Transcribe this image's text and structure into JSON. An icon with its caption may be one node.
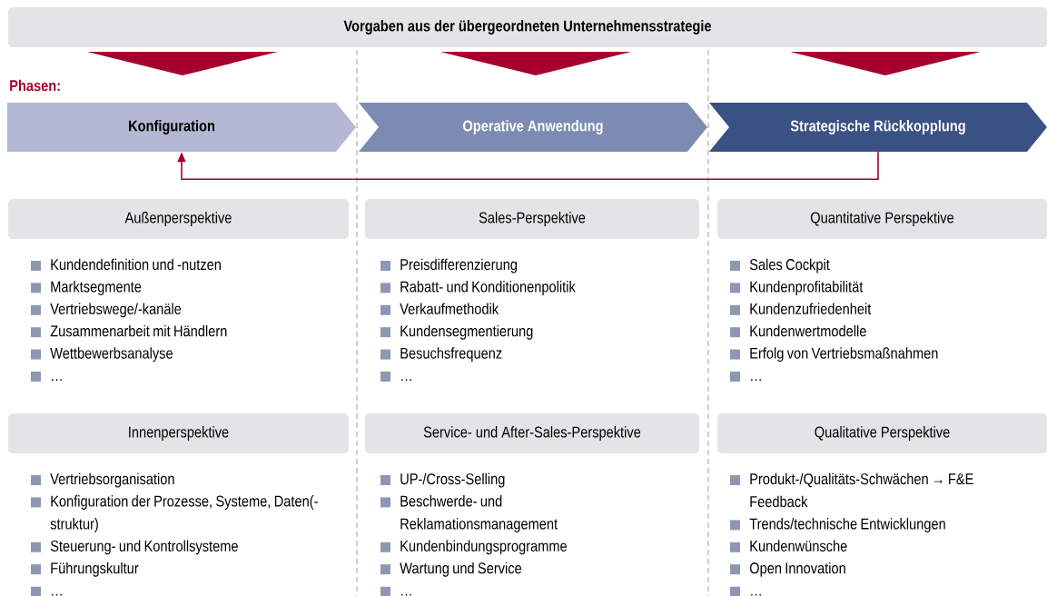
{
  "diagram": {
    "nodes": [
      {
        "text": [
          "Vorgaben aus der übergeordneten Unternehmensstrategie"
        ]
      },
      {
        "text": [],
        "shape": "triangle"
      },
      {
        "text": [],
        "shape": "triangle"
      },
      {
        "text": [],
        "shape": "triangle"
      },
      {
        "text": [
          "Konfiguration"
        ]
      },
      {
        "text": [
          "Operative Anwendung"
        ]
      },
      {
        "text": [
          "Strategische Rückkopplung"
        ]
      },
      {
        "text": [
          "Außenperspektive"
        ]
      },
      {
        "text": [
          "Sales-Perspektive"
        ]
      },
      {
        "text": [
          "Quantitative Perspektive"
        ]
      },
      {
        "text": [
          "Innenperspektive"
        ]
      },
      {
        "text": [
          "Service- und After-Sales-Perspektive"
        ]
      },
      {
        "text": [
          "Qualitative Perspektive"
        ]
      }
    ],
    "edges": [
      {
        "from": 6,
        "to": 4,
        "arrow": "to"
      }
    ],
    "labels": [
      "Phasen:",
      "Kundendefinition und -nutzen",
      "Marktsegmente",
      "Vertriebswege/-kanäle",
      "Zusammenarbeit mit Händlern",
      "Wettbewerbsanalyse",
      "…",
      "Preisdifferenzierung",
      "Rabatt- und Konditionenpolitik",
      "Verkaufmethodik",
      "Kundensegmentierung",
      "Besuchsfrequenz",
      "…",
      "Sales Cockpit",
      "Kundenprofitabilität",
      "Kundenzufriedenheit",
      "Kundenwertmodelle",
      "Erfolg von Vertriebsmaßnahmen",
      "…",
      "Vertriebsorganisation",
      "Konfiguration der Prozesse, Systeme, Daten(-struktur)",
      "Steuerung- und Kontrollsysteme",
      "Führungskultur",
      "…",
      "UP-/Cross-Selling",
      "Beschwerde- und Reklamationsmanagement",
      "Kundenbindungsprogramme",
      "Wartung und Service",
      "…",
      "Produkt-/Qualitäts-Schwächen → F&E Feedback",
      "Trends/technische Entwicklungen",
      "Kundenwünsche",
      "Open Innovation",
      "…"
    ]
  }
}
